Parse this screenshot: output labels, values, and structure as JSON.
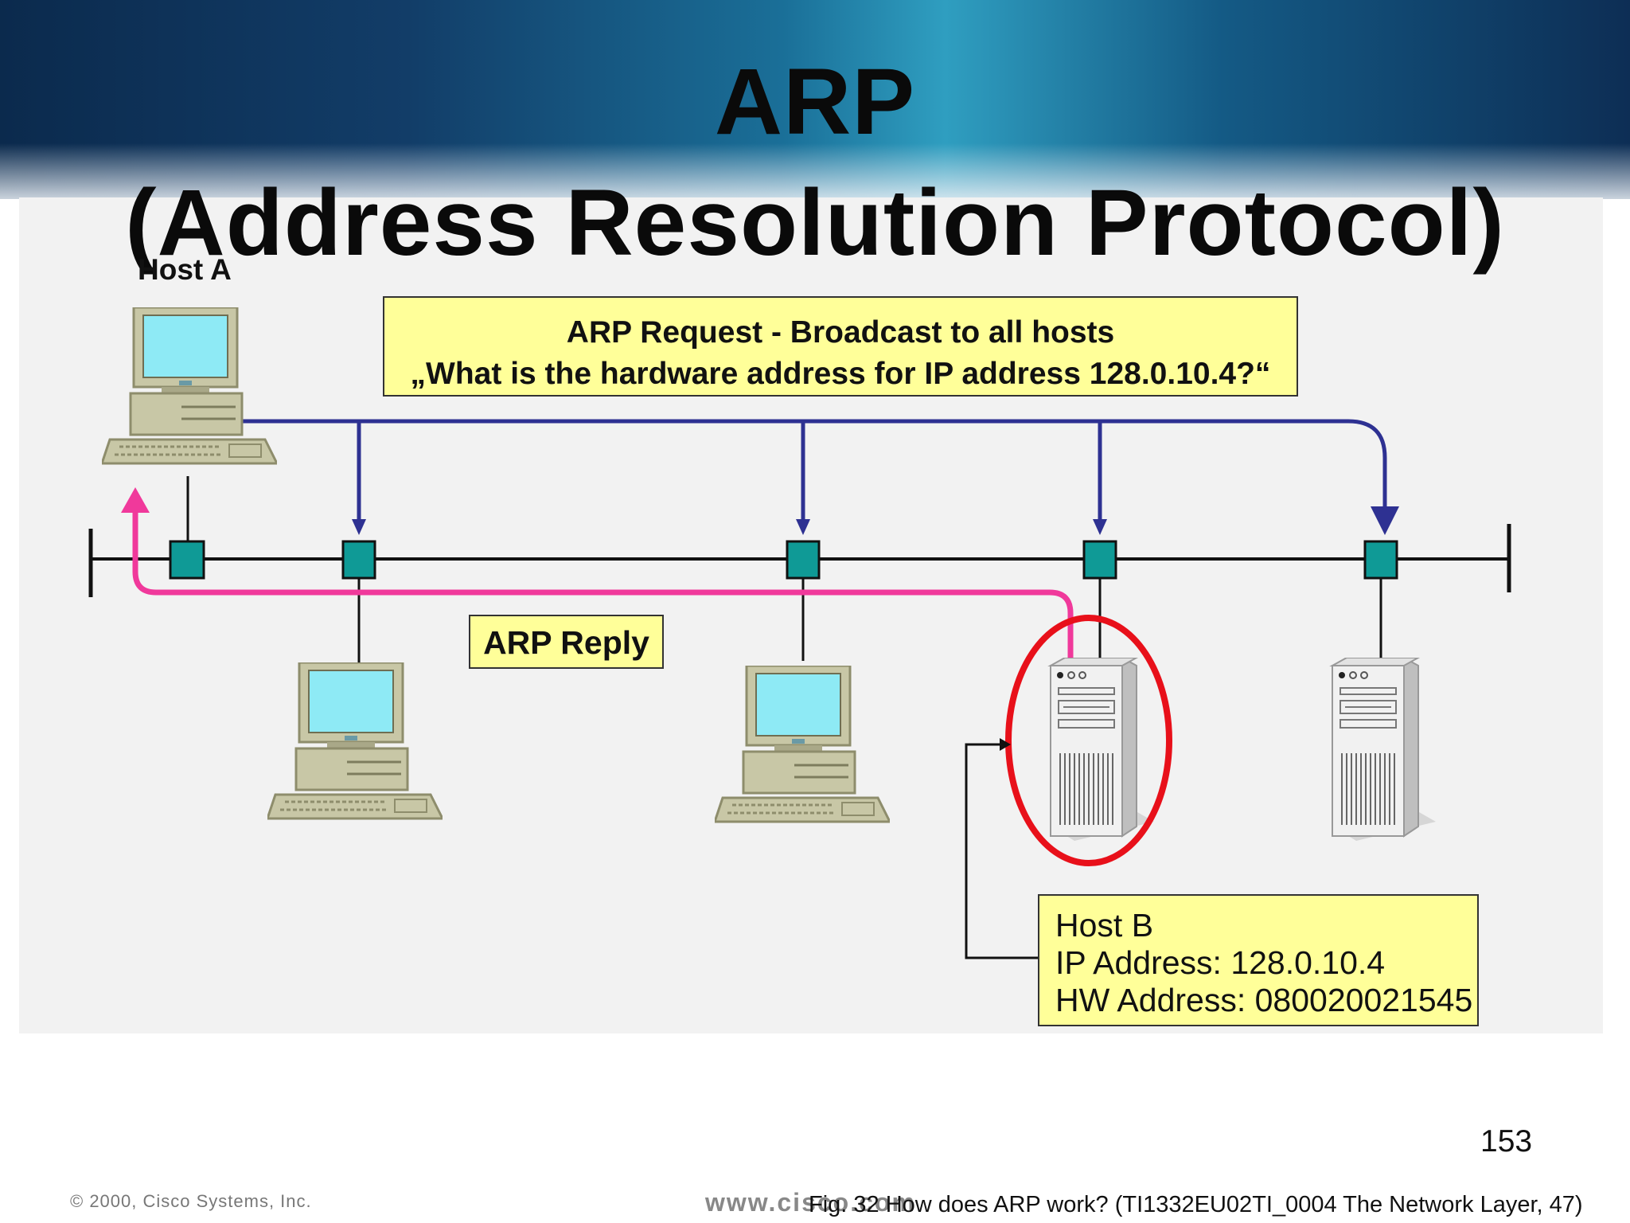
{
  "title": {
    "line1": "ARP",
    "line2": "(Address Resolution Protocol)"
  },
  "labels": {
    "host_a": "Host A"
  },
  "request": {
    "line1": "ARP Request - Broadcast to all hosts",
    "line2": "„What is the hardware address for IP address 128.0.10.4?“"
  },
  "reply": {
    "label": "ARP Reply"
  },
  "host_b": {
    "name": "Host B",
    "ip": "IP Address: 128.0.10.4",
    "hw": "HW Address: 080020021545"
  },
  "page_number": "153",
  "footer": {
    "copyright": "© 2000, Cisco Systems, Inc.",
    "url": "www.cisco.com",
    "caption": "Fig. 32 How does ARP work? (TI1332EU02TI_0004 The Network Layer, 47)"
  },
  "colors": {
    "request_arrow": "#2e3192",
    "reply_arrow": "#f0399b",
    "highlight_ring": "#e8101a",
    "port": "#0f9a96",
    "callout_fill": "#ffff99"
  },
  "icons": [
    "desktop-computer-icon",
    "tower-server-icon"
  ]
}
